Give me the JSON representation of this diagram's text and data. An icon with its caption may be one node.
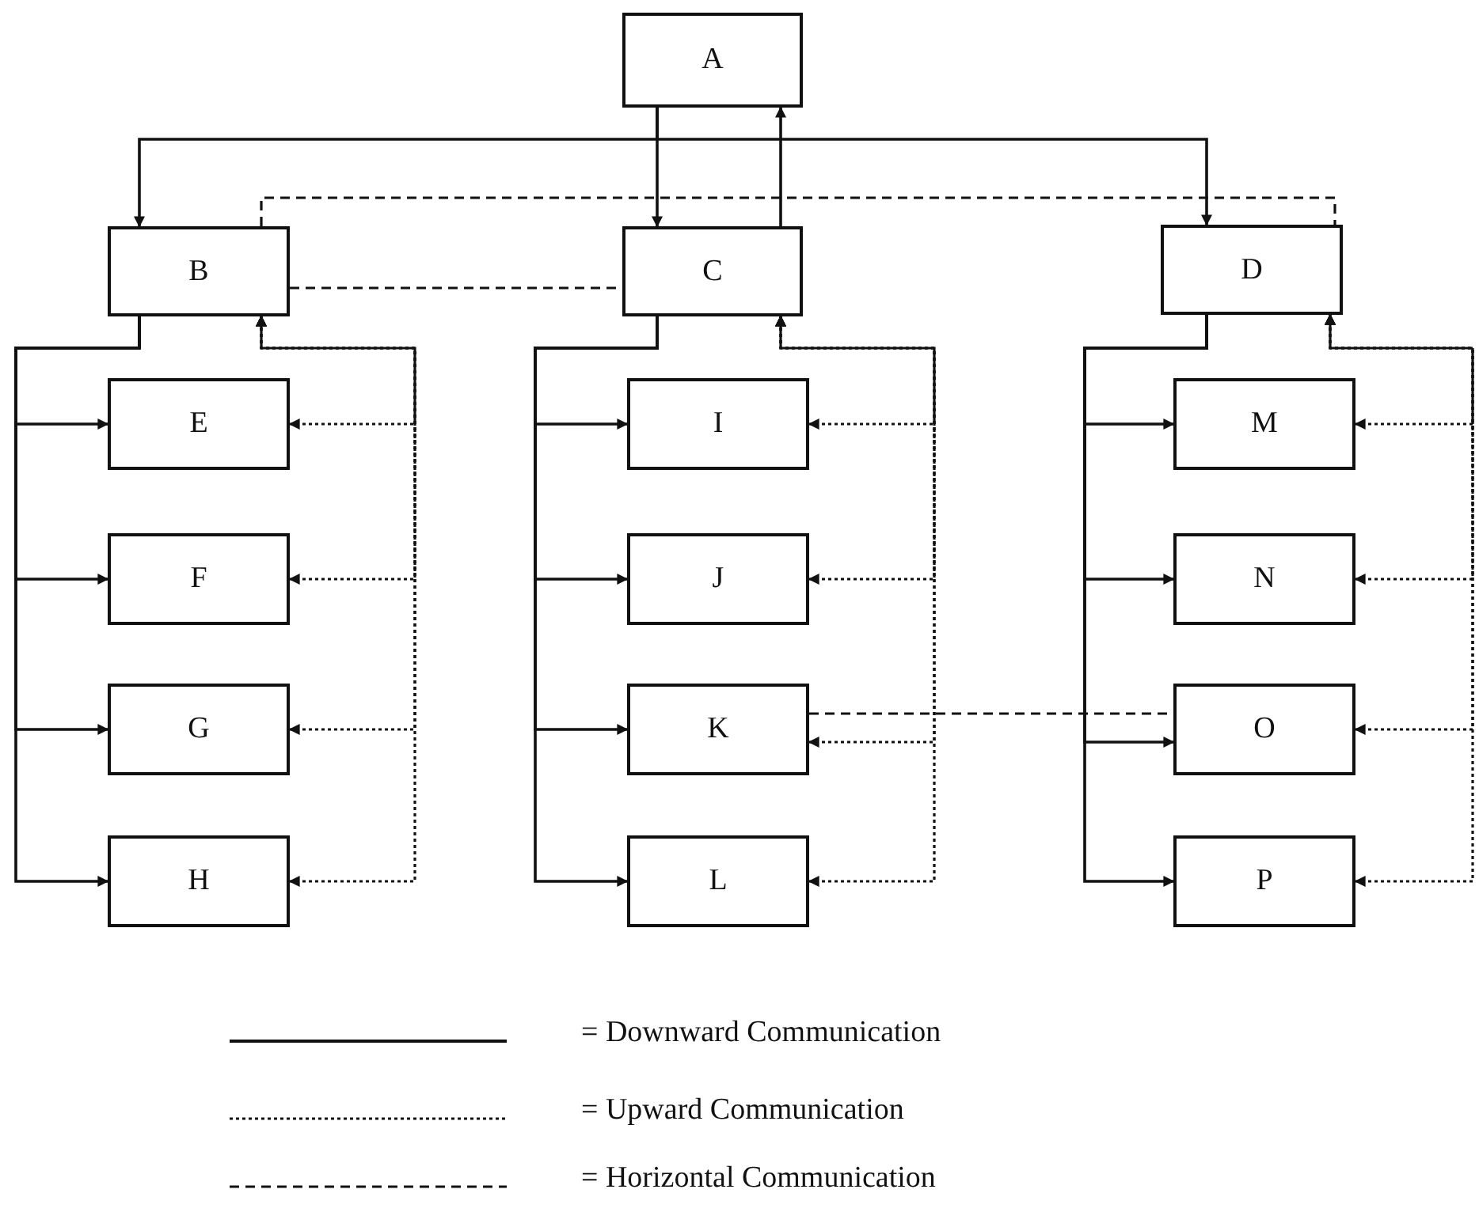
{
  "diagram": {
    "nodes": [
      {
        "text": [
          "A"
        ]
      },
      {
        "text": [
          "B"
        ]
      },
      {
        "text": [
          "C"
        ]
      },
      {
        "text": [
          "D"
        ]
      },
      {
        "text": [
          "E"
        ]
      },
      {
        "text": [
          "F"
        ]
      },
      {
        "text": [
          "G"
        ]
      },
      {
        "text": [
          "H"
        ]
      },
      {
        "text": [
          "I"
        ]
      },
      {
        "text": [
          "J"
        ]
      },
      {
        "text": [
          "K"
        ]
      },
      {
        "text": [
          "L"
        ]
      },
      {
        "text": [
          "M"
        ]
      },
      {
        "text": [
          "N"
        ]
      },
      {
        "text": [
          "O"
        ]
      },
      {
        "text": [
          "P"
        ]
      }
    ],
    "edges": [
      {
        "from": 0,
        "to": 1,
        "arrow": "to"
      },
      {
        "from": 0,
        "to": 2,
        "arrow": "to"
      },
      {
        "from": 0,
        "to": 3,
        "arrow": "to"
      },
      {
        "from": 2,
        "to": 0,
        "arrow": "to"
      },
      {
        "from": 1,
        "to": 2,
        "arrow": "none",
        "style": "dashed"
      },
      {
        "from": 1,
        "to": 3,
        "arrow": "none",
        "style": "dashed"
      },
      {
        "from": 1,
        "to": 4,
        "arrow": "to"
      },
      {
        "from": 1,
        "to": 5,
        "arrow": "to"
      },
      {
        "from": 1,
        "to": 6,
        "arrow": "to"
      },
      {
        "from": 1,
        "to": 7,
        "arrow": "to"
      },
      {
        "from": 4,
        "to": 1,
        "arrow": "both",
        "style": "dashed"
      },
      {
        "from": 5,
        "to": 1,
        "arrow": "both",
        "style": "dashed"
      },
      {
        "from": 6,
        "to": 1,
        "arrow": "both",
        "style": "dashed"
      },
      {
        "from": 7,
        "to": 1,
        "arrow": "both",
        "style": "dashed"
      },
      {
        "from": 2,
        "to": 8,
        "arrow": "to"
      },
      {
        "from": 2,
        "to": 9,
        "arrow": "to"
      },
      {
        "from": 2,
        "to": 10,
        "arrow": "to"
      },
      {
        "from": 2,
        "to": 11,
        "arrow": "to"
      },
      {
        "from": 8,
        "to": 2,
        "arrow": "both",
        "style": "dashed"
      },
      {
        "from": 9,
        "to": 2,
        "arrow": "both",
        "style": "dashed"
      },
      {
        "from": 10,
        "to": 2,
        "arrow": "both",
        "style": "dashed"
      },
      {
        "from": 11,
        "to": 2,
        "arrow": "both",
        "style": "dashed"
      },
      {
        "from": 10,
        "to": 14,
        "arrow": "none",
        "style": "dashed"
      },
      {
        "from": 3,
        "to": 12,
        "arrow": "to"
      },
      {
        "from": 3,
        "to": 13,
        "arrow": "to"
      },
      {
        "from": 3,
        "to": 14,
        "arrow": "to"
      },
      {
        "from": 3,
        "to": 15,
        "arrow": "to"
      },
      {
        "from": 12,
        "to": 3,
        "arrow": "both",
        "style": "dashed"
      },
      {
        "from": 13,
        "to": 3,
        "arrow": "both",
        "style": "dashed"
      },
      {
        "from": 14,
        "to": 3,
        "arrow": "both",
        "style": "dashed"
      },
      {
        "from": 15,
        "to": 3,
        "arrow": "both",
        "style": "dashed"
      }
    ],
    "legend": [
      {
        "text": "= Downward Communication"
      },
      {
        "text": "= Upward Communication"
      },
      {
        "text": "= Horizontal Communication"
      }
    ]
  }
}
